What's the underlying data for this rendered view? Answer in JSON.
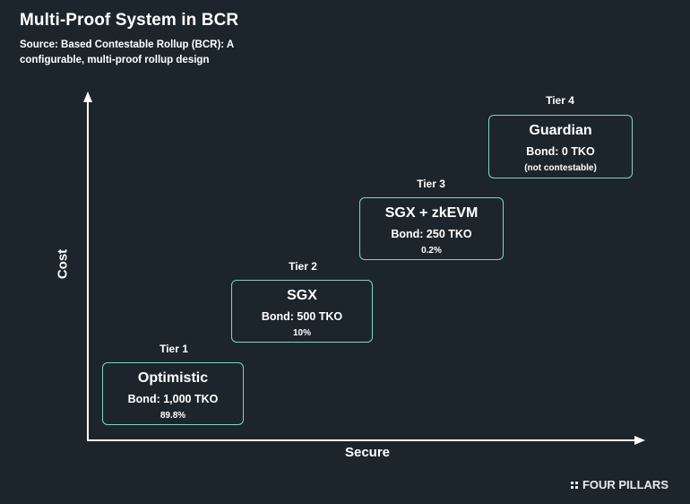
{
  "header": {
    "title": "Multi-Proof System in BCR",
    "subtitle": "Source: Based Contestable Rollup (BCR): A configurable, multi-proof rollup design"
  },
  "axes": {
    "y_label": "Cost",
    "x_label": "Secure"
  },
  "tiers": [
    {
      "tier": "Tier 1",
      "name": "Optimistic",
      "bond": "Bond: 1,000 TKO",
      "note": "89.8%"
    },
    {
      "tier": "Tier 2",
      "name": "SGX",
      "bond": "Bond: 500 TKO",
      "note": "10%"
    },
    {
      "tier": "Tier 3",
      "name": "SGX + zkEVM",
      "bond": "Bond: 250 TKO",
      "note": "0.2%"
    },
    {
      "tier": "Tier 4",
      "name": "Guardian",
      "bond": "Bond: 0 TKO",
      "note": "(not contestable)"
    }
  ],
  "brand": "FOUR PILLARS",
  "colors": {
    "background": "#1d252c",
    "box_border": "#7fd4c4",
    "text": "#ffffff"
  }
}
